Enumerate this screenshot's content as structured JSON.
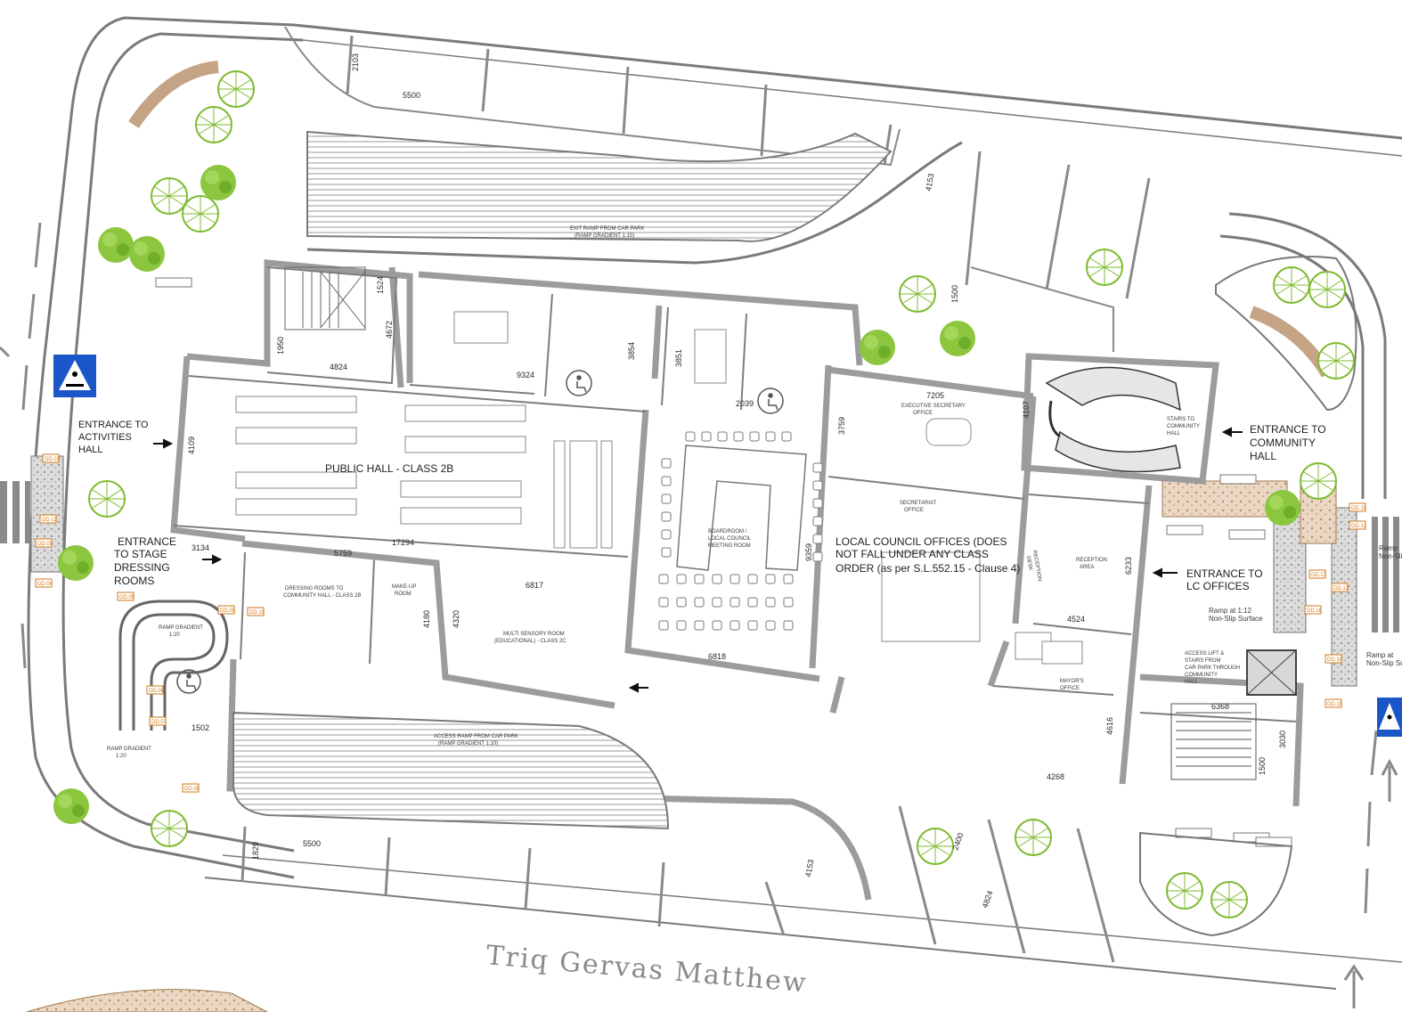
{
  "street_name": "Triq Gervas Matthew",
  "labels": {
    "public_hall": "PUBLIC HALL - CLASS 2B",
    "entrance_activities": [
      "ENTRANCE TO",
      "ACTIVITIES",
      "HALL"
    ],
    "entrance_stage": [
      "ENTRANCE",
      "TO STAGE",
      "DRESSING",
      "ROOMS"
    ],
    "entrance_community": [
      "ENTRANCE TO",
      "COMMUNITY",
      "HALL"
    ],
    "entrance_lc": [
      "ENTRANCE TO",
      "LC OFFICES"
    ],
    "lc_offices": [
      "LOCAL COUNCIL OFFICES (DOES",
      "NOT FALL UNDER ANY CLASS",
      "ORDER (as per S.L.552.15 - Clause 4)"
    ],
    "boardroom": [
      "BOARDROOM /",
      "LOCAL COUNCIL",
      "MEETING ROOM"
    ],
    "multisensory": [
      "MULTI SENSORY ROOM",
      "(EDUCATIONAL) - CLASS 2C"
    ],
    "dressing_rooms": [
      "DRESSING ROOMS TO",
      "COMMUNITY HALL - CLASS 2B"
    ],
    "makeup": [
      "MAKE-UP",
      "ROOM"
    ],
    "exec_secretary": [
      "EXECUTIVE SECRETARY",
      "OFFICE"
    ],
    "secretariat": [
      "SECRETARIAT",
      "OFFICE"
    ],
    "reception_desk": [
      "RECEPTION",
      "DESK"
    ],
    "reception_area": [
      "RECEPTION",
      "AREA"
    ],
    "mayor": [
      "MAYOR'S",
      "OFFICE"
    ],
    "stairs_community": [
      "STAIRS TO",
      "COMMUNITY",
      "HALL"
    ],
    "access_lift": [
      "ACCESS LIFT &",
      "STAIRS FROM",
      "CAR PARK THROUGH",
      "COMMUNITY",
      "HALL"
    ],
    "exit_ramp": [
      "EXIT RAMP FROM CAR PARK",
      "(RAMP GRADIENT 1:10)"
    ],
    "access_ramp": [
      "ACCESS RAMP FROM CAR PARK",
      "(RAMP GRADIENT 1:10)"
    ],
    "ramp_gradient_20_a": [
      "RAMP GRADIENT",
      "1:20"
    ],
    "ramp_gradient_20_b": [
      "RAMP GRADIENT",
      "1:20"
    ],
    "ramp_112": [
      "Ramp at 1:12",
      "Non-Slip Surface"
    ],
    "ramp_non_slip_r1": [
      "Ramp",
      "Non-Sli"
    ],
    "ramp_non_slip_r2": [
      "Ramp at",
      "Non-Slip Su"
    ]
  },
  "dimensions": {
    "d5500_top": "5500",
    "d2103": "2103",
    "d4153_top": "4153",
    "d1500_top": "1500",
    "d1524": "1524",
    "d4672": "4672",
    "d4824": "4824",
    "d1950": "1950",
    "d9324": "9324",
    "d3854": "3854",
    "d3851": "3851",
    "d2039": "2039",
    "d7205": "7205",
    "d3759": "3759",
    "d4107": "4107",
    "d4109": "4109",
    "d3134": "3134",
    "d17294": "17294",
    "d5759": "5759",
    "d4180": "4180",
    "d4320": "4320",
    "d6817": "6817",
    "d6818": "6818",
    "d9359": "9359",
    "d6233": "6233",
    "d4524": "4524",
    "d4616": "4616",
    "d4268": "4268",
    "d6368": "6368",
    "d3030": "3030",
    "d1500_right": "1500",
    "d1502": "1502",
    "d5500_bottom": "5500",
    "d1829": "1829",
    "d4153_bottom": "4153",
    "d2400": "2400",
    "d4824_bottom": "4824"
  },
  "tags": [
    "DD.01",
    "DD.02",
    "DD.03",
    "DD.04",
    "DD.05",
    "DD.06",
    "DD.07",
    "DD.08",
    "DD.09",
    "DD.10",
    "DD.11",
    "DD.12",
    "DD.13",
    "DD.14",
    "DD.15",
    "DD.16",
    "DD.17"
  ],
  "colors": {
    "wall": "#9c9c9c",
    "line": "#6e6e6e",
    "tree_green": "#8cc63f",
    "tree_dark": "#5fa21e",
    "sign_blue": "#1a56c8",
    "tag_orange": "#d07a18",
    "paving_brown": "#c4a484",
    "street_text": "#8a8a8a"
  },
  "icons": [
    "pedestrian-crossing-sign-icon",
    "wheelchair-symbol-icon",
    "tree-icon",
    "entrance-arrow-icon",
    "lift-icon",
    "stair-icon"
  ]
}
